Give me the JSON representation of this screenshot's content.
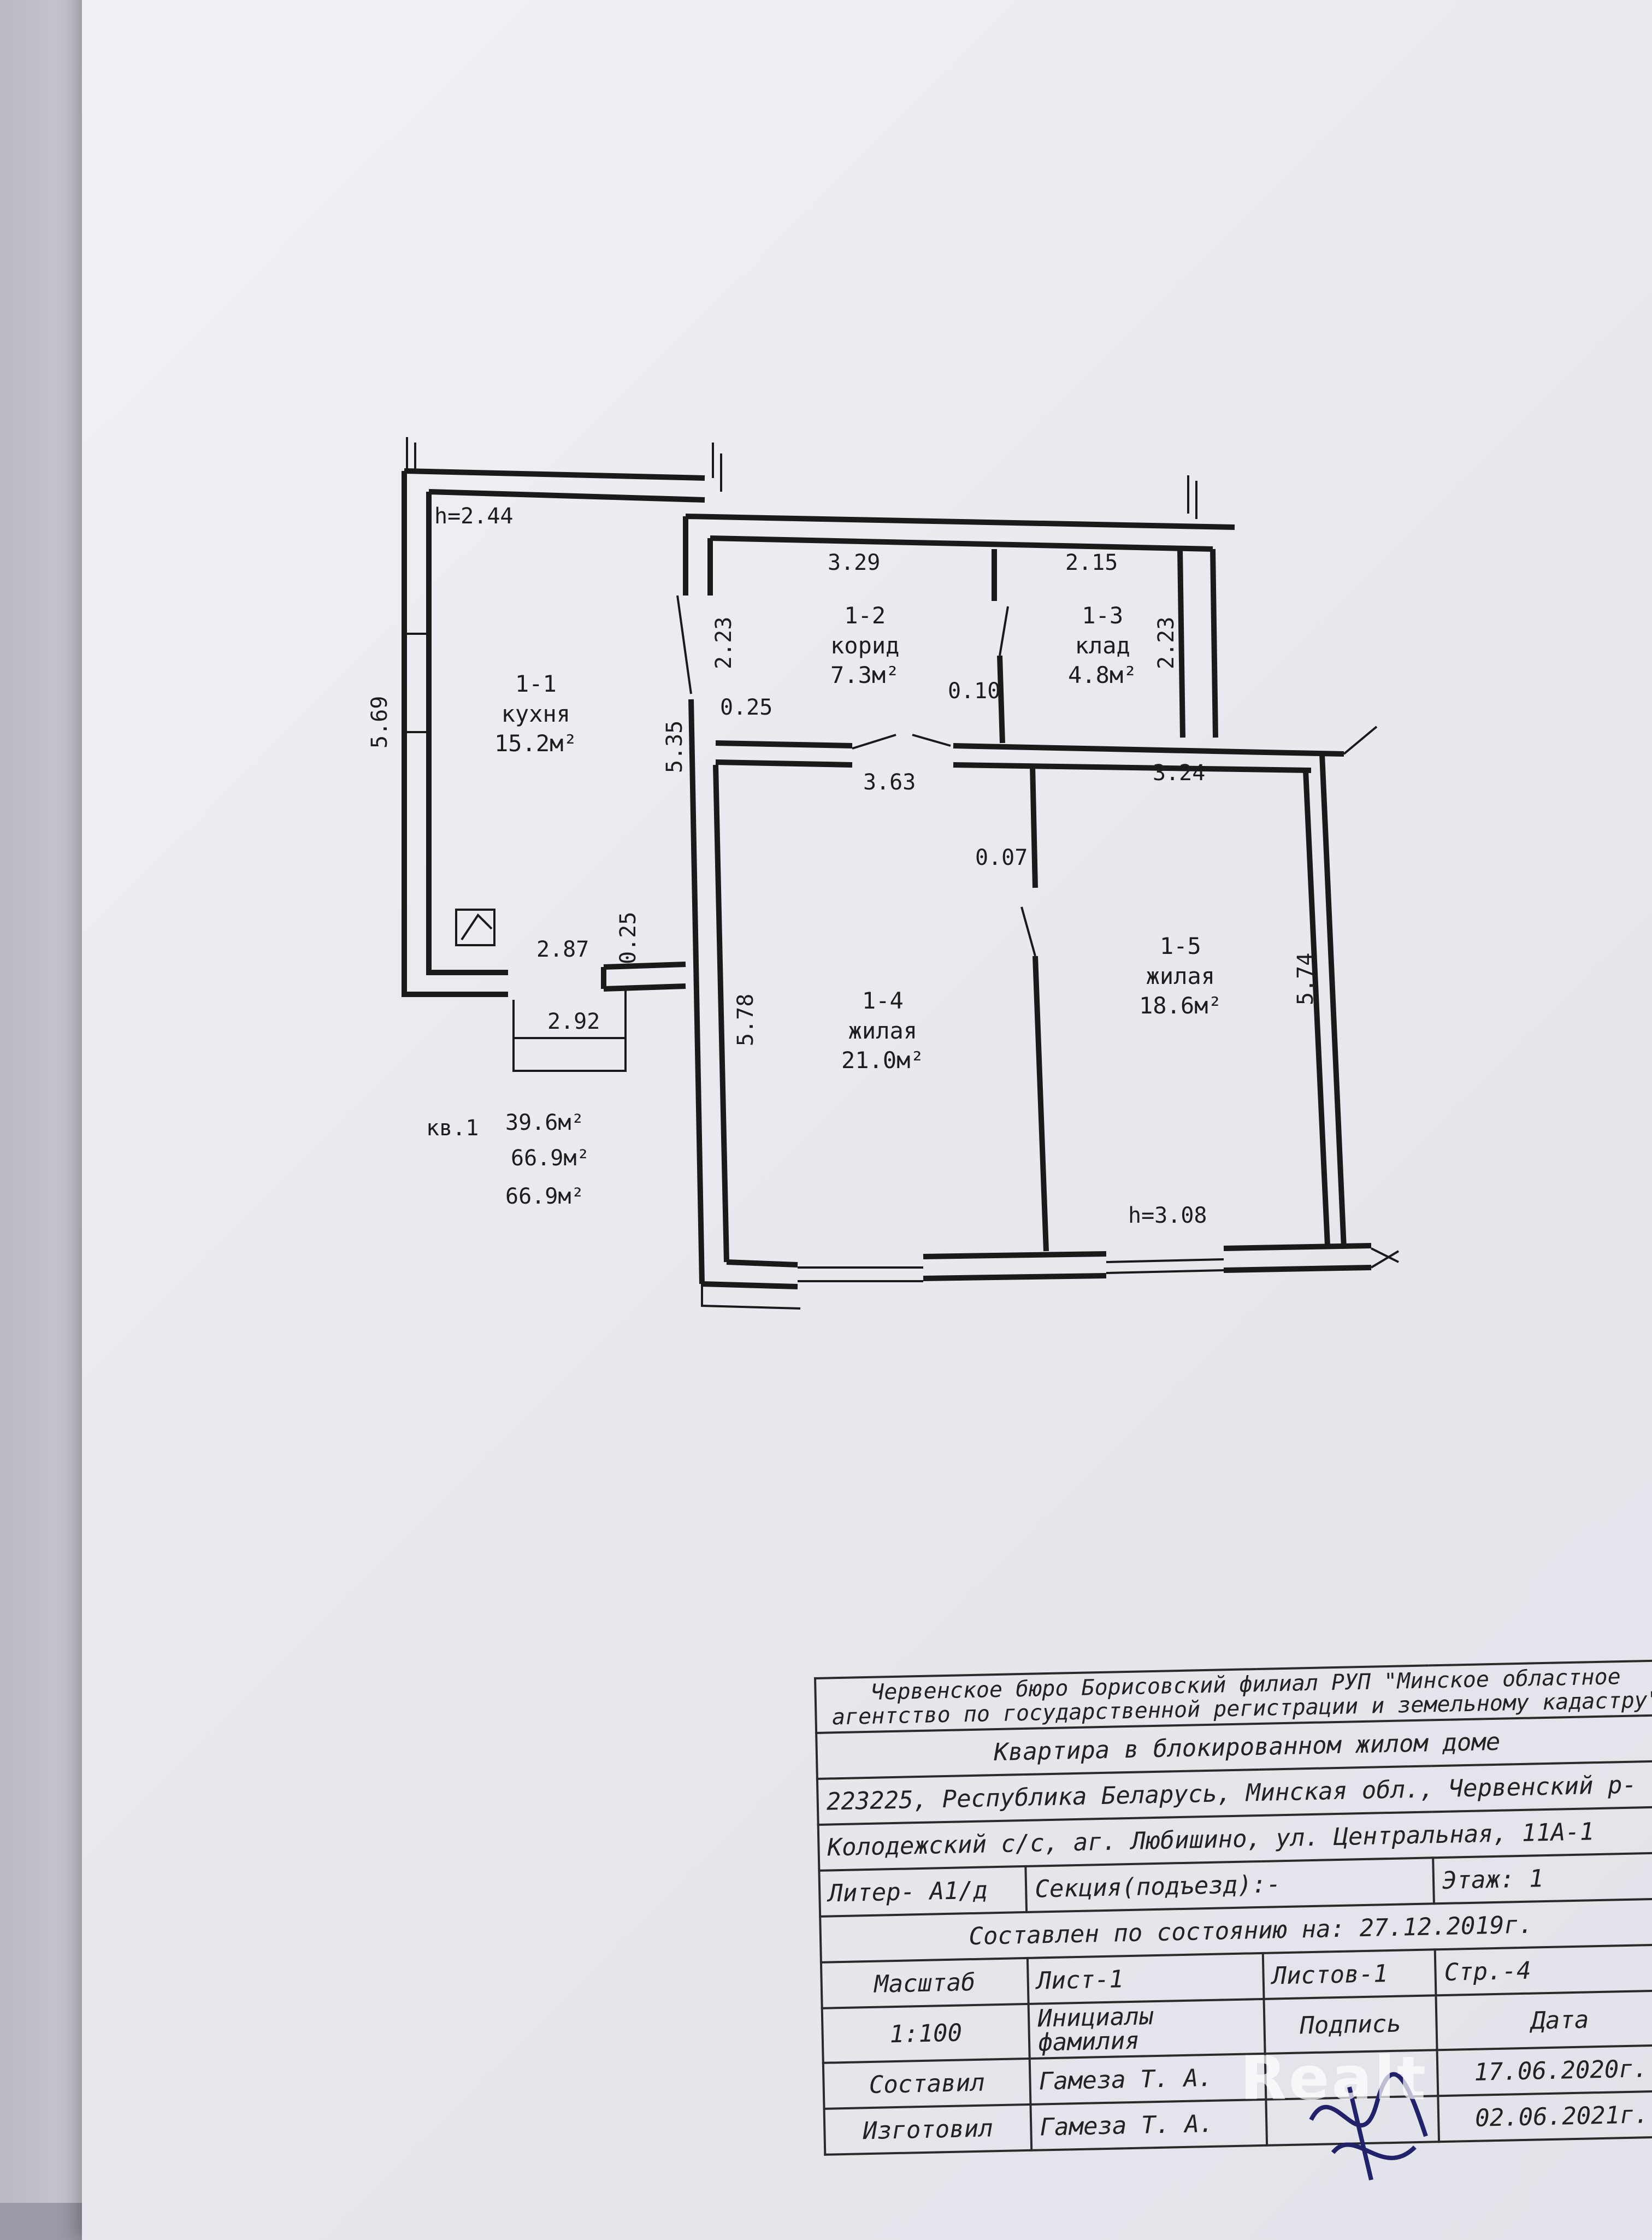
{
  "rooms": {
    "r11": {
      "num": "1-1",
      "name": "кухня",
      "area": "15.2м²"
    },
    "r12": {
      "num": "1-2",
      "name": "корид",
      "area": "7.3м²"
    },
    "r13": {
      "num": "1-3",
      "name": "клад",
      "area": "4.8м²"
    },
    "r14": {
      "num": "1-4",
      "name": "жилая",
      "area": "21.0м²"
    },
    "r15": {
      "num": "1-5",
      "name": "жилая",
      "area": "18.6м²"
    }
  },
  "dims": {
    "h_top": "h=2.44",
    "h_bottom": "h=3.08",
    "d569": "5.69",
    "d329": "3.29",
    "d215": "2.15",
    "d223a": "2.23",
    "d223b": "2.23",
    "d025a": "0.25",
    "d010": "0.10",
    "d535": "5.35",
    "d363": "3.63",
    "d324": "3.24",
    "d007": "0.07",
    "d287": "2.87",
    "d025b": "0.25",
    "d292": "2.92",
    "d578": "5.78",
    "d574": "5.74"
  },
  "summary": {
    "label": "кв.1",
    "a1": "39.6м²",
    "a2": "66.9м²",
    "a3": "66.9м²"
  },
  "stamp": {
    "org": "Червенское бюро Борисовский филиал РУП \"Минское областное агентство по государственной регистрации и земельному кадастру\"",
    "object": "Квартира в блокированном жилом доме",
    "address1": "223225, Республика Беларусь, Минская обл., Червенский р-",
    "address2": "Колодежский с/с, аг. Любишино, ул. Центральная, 11А-1",
    "liter": "Литер- А1/д",
    "section": "Секция(подъезд):-",
    "floor": "Этаж: 1",
    "state": "Составлен по состоянию на:  27.12.2019г.",
    "scale_label": "Масштаб",
    "sheet": "Лист-1",
    "sheets": "Листов-1",
    "page": "Стр.-4",
    "scale": "1:100",
    "initials": "Инициалы фамилия",
    "signature": "Подпись",
    "date_label": "Дата",
    "date1": "17.06.2020г.",
    "composed_label": "Составил",
    "composed_by": "Гамеза Т. А.",
    "date2": "02.06.2021г.",
    "made_label": "Изготовил",
    "made_by": "Гамеза Т. А."
  },
  "watermark": "Realt"
}
